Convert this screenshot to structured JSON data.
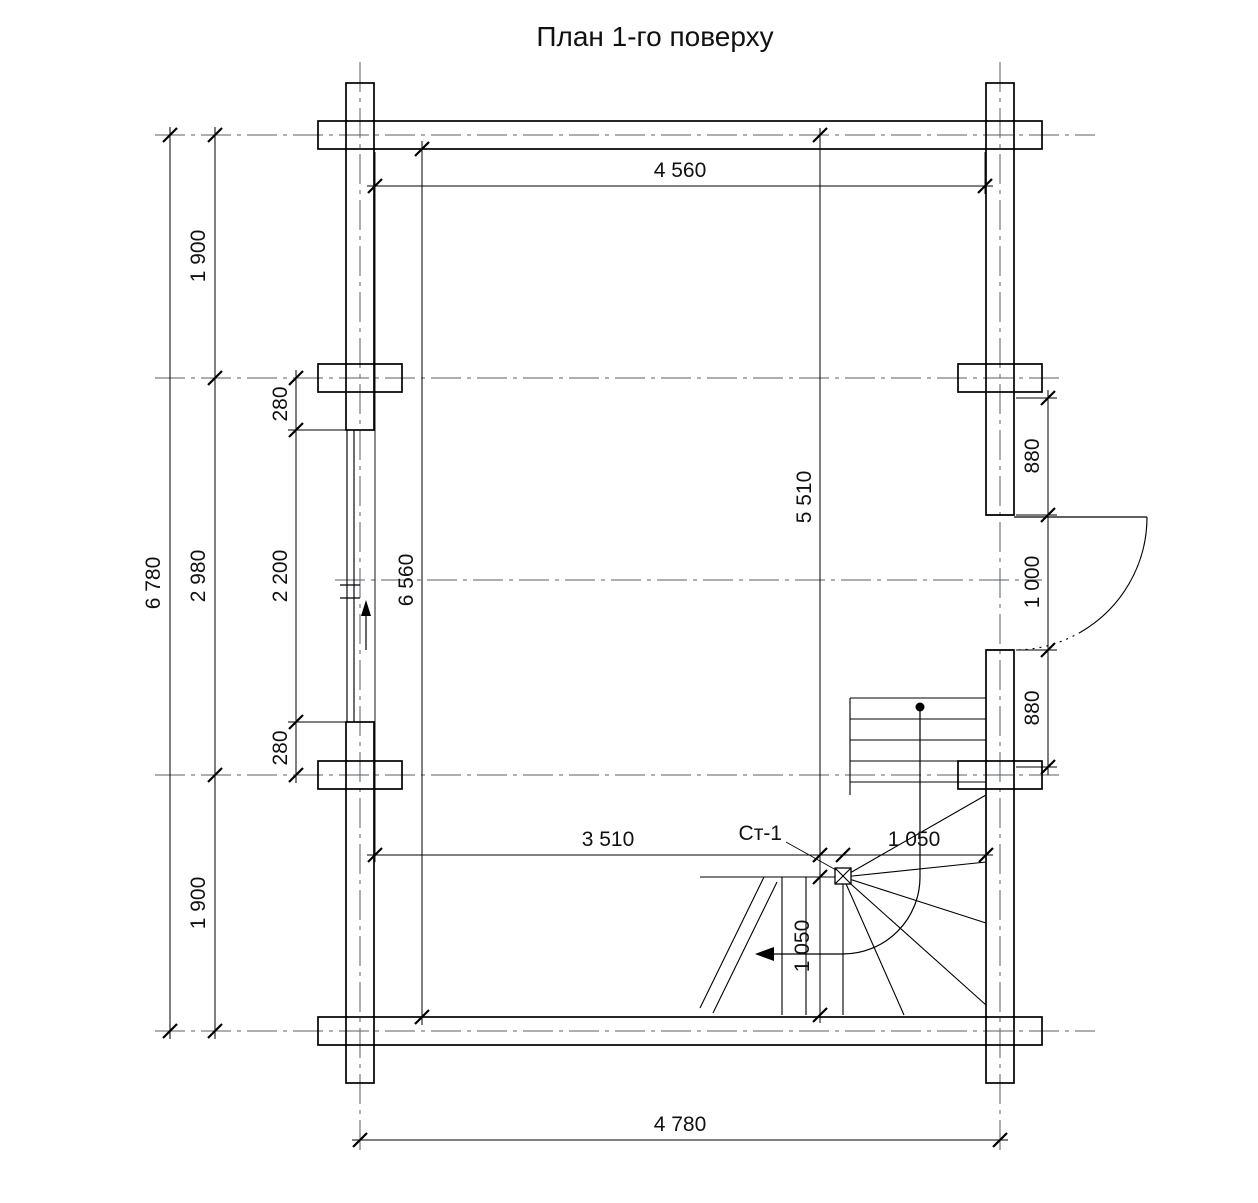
{
  "title": "План 1-го поверху",
  "column_label": "Ст-1",
  "dims": {
    "top_interior_width": "4 560",
    "bottom_overall_width": "4 780",
    "left_overall_height": "6 780",
    "left_top": "1 900",
    "left_middle": "2 980",
    "left_bottom": "1 900",
    "window_offset_top": "280",
    "window_width": "2 200",
    "window_offset_bottom": "280",
    "interior_height": "6 560",
    "stair_landing_height": "5 510",
    "right_top": "880",
    "door_width": "1 000",
    "right_bottom": "880",
    "stair_run": "3 510",
    "stair_width_h": "1 050",
    "stair_width_v": "1 050"
  }
}
